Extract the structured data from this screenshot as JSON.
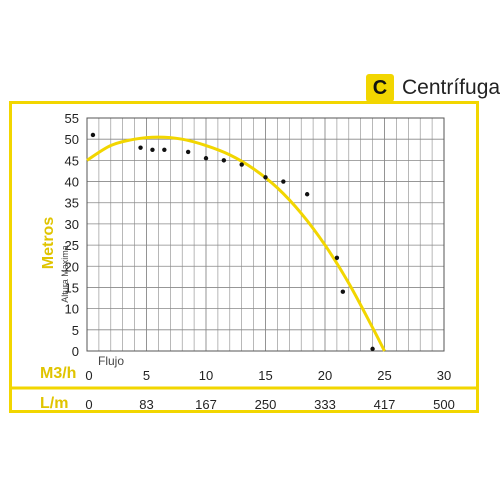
{
  "header": {
    "badge_letter": "C",
    "type_label": "Centrífuga"
  },
  "colors": {
    "accent": "#f2d600",
    "curve": "#f2d600",
    "grid": "#888888",
    "points": "#111111"
  },
  "chart_data": {
    "type": "scatter",
    "ylabel_main": "Metros",
    "ylabel_sub": "Altura Maxima",
    "x_unit_label": "M3/h",
    "x_name": "Flujo",
    "x2_unit_label": "L/m",
    "ylim": [
      0,
      55
    ],
    "xlim": [
      0,
      30
    ],
    "y_ticks": [
      0,
      5,
      10,
      15,
      20,
      25,
      30,
      35,
      40,
      45,
      50,
      55
    ],
    "x_ticks": [
      0,
      5,
      10,
      15,
      20,
      25,
      30
    ],
    "x2_ticks": [
      "0",
      "83",
      "167",
      "250",
      "333",
      "417",
      "500"
    ],
    "grid": true,
    "points": [
      {
        "x": 0.5,
        "y": 51
      },
      {
        "x": 4.5,
        "y": 48
      },
      {
        "x": 5.5,
        "y": 47.5
      },
      {
        "x": 6.5,
        "y": 47.5
      },
      {
        "x": 8.5,
        "y": 47
      },
      {
        "x": 10,
        "y": 45.5
      },
      {
        "x": 11.5,
        "y": 45
      },
      {
        "x": 13,
        "y": 44
      },
      {
        "x": 15,
        "y": 41
      },
      {
        "x": 16.5,
        "y": 40
      },
      {
        "x": 18.5,
        "y": 37
      },
      {
        "x": 21,
        "y": 22
      },
      {
        "x": 21.5,
        "y": 14
      },
      {
        "x": 24,
        "y": 0.5
      }
    ],
    "curve": [
      {
        "x": 0,
        "y": 45
      },
      {
        "x": 2,
        "y": 48.5
      },
      {
        "x": 4,
        "y": 50
      },
      {
        "x": 6,
        "y": 50.5
      },
      {
        "x": 8,
        "y": 50
      },
      {
        "x": 10,
        "y": 48.5
      },
      {
        "x": 12,
        "y": 46.3
      },
      {
        "x": 14,
        "y": 43
      },
      {
        "x": 16,
        "y": 38.5
      },
      {
        "x": 18,
        "y": 32.5
      },
      {
        "x": 20,
        "y": 25
      },
      {
        "x": 22,
        "y": 16
      },
      {
        "x": 24,
        "y": 5.5
      },
      {
        "x": 25,
        "y": 0
      }
    ]
  }
}
